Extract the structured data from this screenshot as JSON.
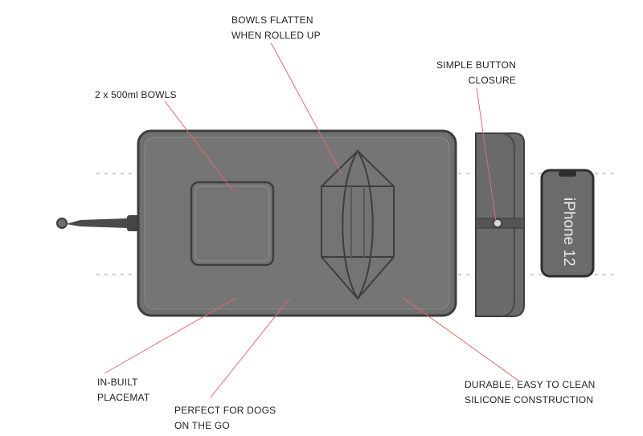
{
  "labels": {
    "bowls_flatten": [
      "BOWLS FLATTEN",
      "WHEN ROLLED UP"
    ],
    "two_bowls": [
      "2 x 500ml BOWLS"
    ],
    "button_closure": [
      "SIMPLE BUTTON",
      "CLOSURE"
    ],
    "placemat": [
      "IN-BUILT",
      "PLACEMAT"
    ],
    "dogs_on_go": [
      "PERFECT FOR DOGS",
      "ON THE GO"
    ],
    "silicone": [
      "DURABLE, EASY TO CLEAN",
      "SILICONE CONSTRUCTION"
    ]
  },
  "phone": {
    "model": "iPhone 12"
  },
  "colors": {
    "mat": "#6f6f6f",
    "mat_inner": "#747474",
    "outline": "#3e3e3e",
    "leader": "#e06a6a",
    "guide": "#9a9a9a",
    "phone": "#6b6b6b"
  }
}
